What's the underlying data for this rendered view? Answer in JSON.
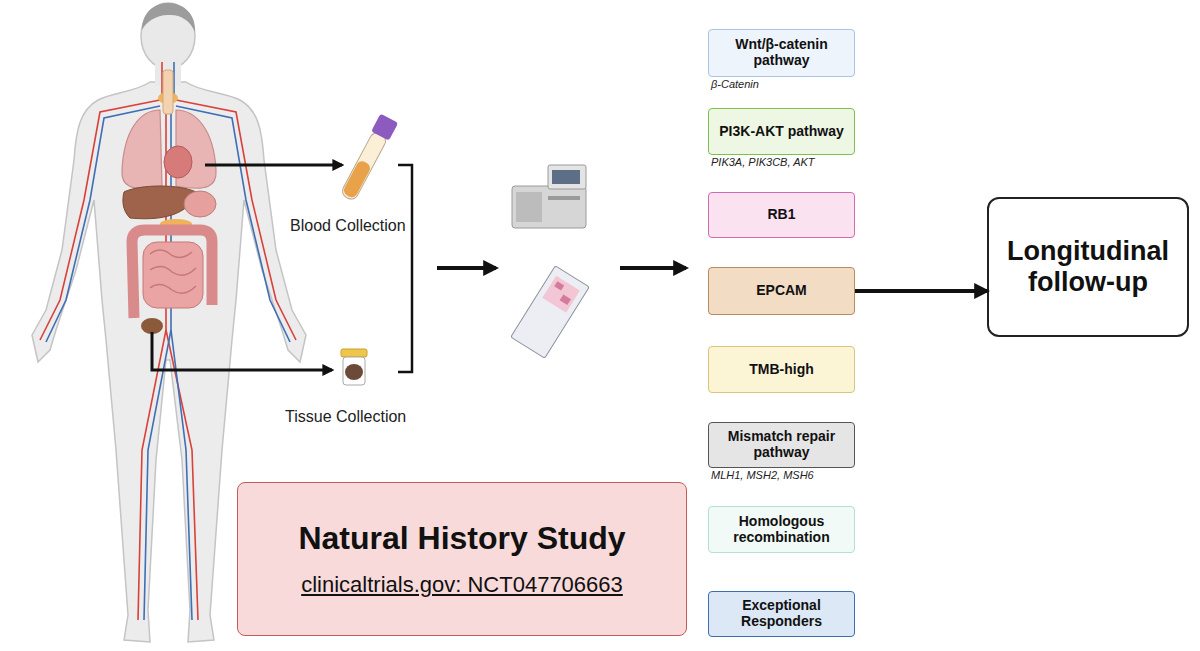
{
  "diagram": {
    "nodes": [
      {
        "text": [
          "Natural History Study",
          "clinicaltrials.gov: NCT047706663"
        ]
      },
      {
        "text": [
          "Wnt/β-catenin pathway",
          "β-Catenin"
        ]
      },
      {
        "text": [
          "PI3K-AKT pathway",
          "PIK3A, PIK3CB, AKT"
        ]
      },
      {
        "text": [
          "RB1"
        ]
      },
      {
        "text": [
          "EPCAM"
        ]
      },
      {
        "text": [
          "TMB-high"
        ]
      },
      {
        "text": [
          "Mismatch repair pathway",
          "MLH1, MSH2, MSH6"
        ]
      },
      {
        "text": [
          "Homologous recombination"
        ]
      },
      {
        "text": [
          "Exceptional Responders"
        ]
      },
      {
        "text": [
          "Longitudinal follow-up"
        ]
      }
    ],
    "edges": [
      {
        "from": 4,
        "to": 9,
        "arrow": "to"
      }
    ],
    "labels": [
      "Blood Collection",
      "Tissue Collection"
    ]
  }
}
